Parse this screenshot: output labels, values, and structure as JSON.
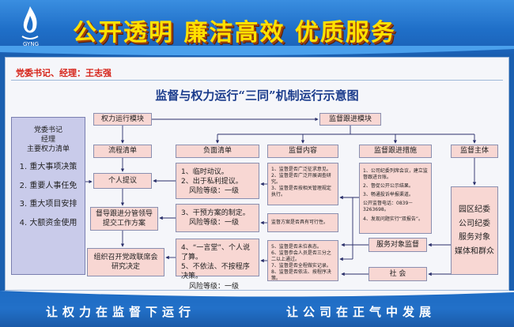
{
  "header": {
    "logo_text": "GYNG",
    "slogan": "公开透明  廉洁高效  优质服务"
  },
  "leader_line": "党委书记、经理：王志强",
  "title": "监督与权力运行“三同”机制运行示意图",
  "left_panel": {
    "heading_lines": [
      "党委书记",
      "经理",
      "主要权力清单"
    ],
    "items": [
      "1. 重大事项决策",
      "2. 重要人事任免",
      "3. 重大项目安排",
      "4. 大额资金使用"
    ]
  },
  "power_module": "权力运行模块",
  "supervision_module": "监督跟进模块",
  "columns": {
    "process": "流程清单",
    "negative": "负面清单",
    "content": "监督内容",
    "measures": "监督跟进措施",
    "subject": "监督主体"
  },
  "process_steps": [
    "个人提议",
    "督导跟进分管领导提交工作方案",
    "组织召开党政联席会研究决定"
  ],
  "negative_items": [
    {
      "lines": [
        "1、临时动议。",
        "2、出于私利提议。"
      ],
      "risk": "风险等级：一级"
    },
    {
      "lines": [
        "3、干预方案的制定。"
      ],
      "risk": "风险等级：一级"
    },
    {
      "lines": [
        "4、“一言堂”、个人说了算。",
        "5、不依法、不按程序决策。"
      ],
      "risk": "风险等级：一级"
    }
  ],
  "content_items": [
    [
      "1、监督是否广泛征求意见。",
      "2、监督是否广泛开展调查研究。",
      "3、监督是否按相关管理规定执行。"
    ],
    [
      "监督方案是否具有可行性。"
    ],
    [
      "5、监督是否未位表态。",
      "6、监督参会人员是否三分之二以上通过。",
      "7、监督是否全程做实记录。",
      "8、监督是否依法、按程序决策。"
    ]
  ],
  "measure_items": [
    "1、公司纪委列席会议，建立监督跟进台账。",
    "2、督促公开公示结果。",
    "3、畅通投诉举报渠道。",
    "公开监督电话：0839－3263698。",
    "4、发现问题实行“双报告”。"
  ],
  "service_object_supervision": "服务对象监督",
  "society": "社   会",
  "subject_items": [
    "园区纪委",
    "公司纪委",
    "服务对象",
    "媒体和群众"
  ],
  "footer": {
    "left": "让权力在监督下运行",
    "right": "让公司在正气中发展"
  }
}
